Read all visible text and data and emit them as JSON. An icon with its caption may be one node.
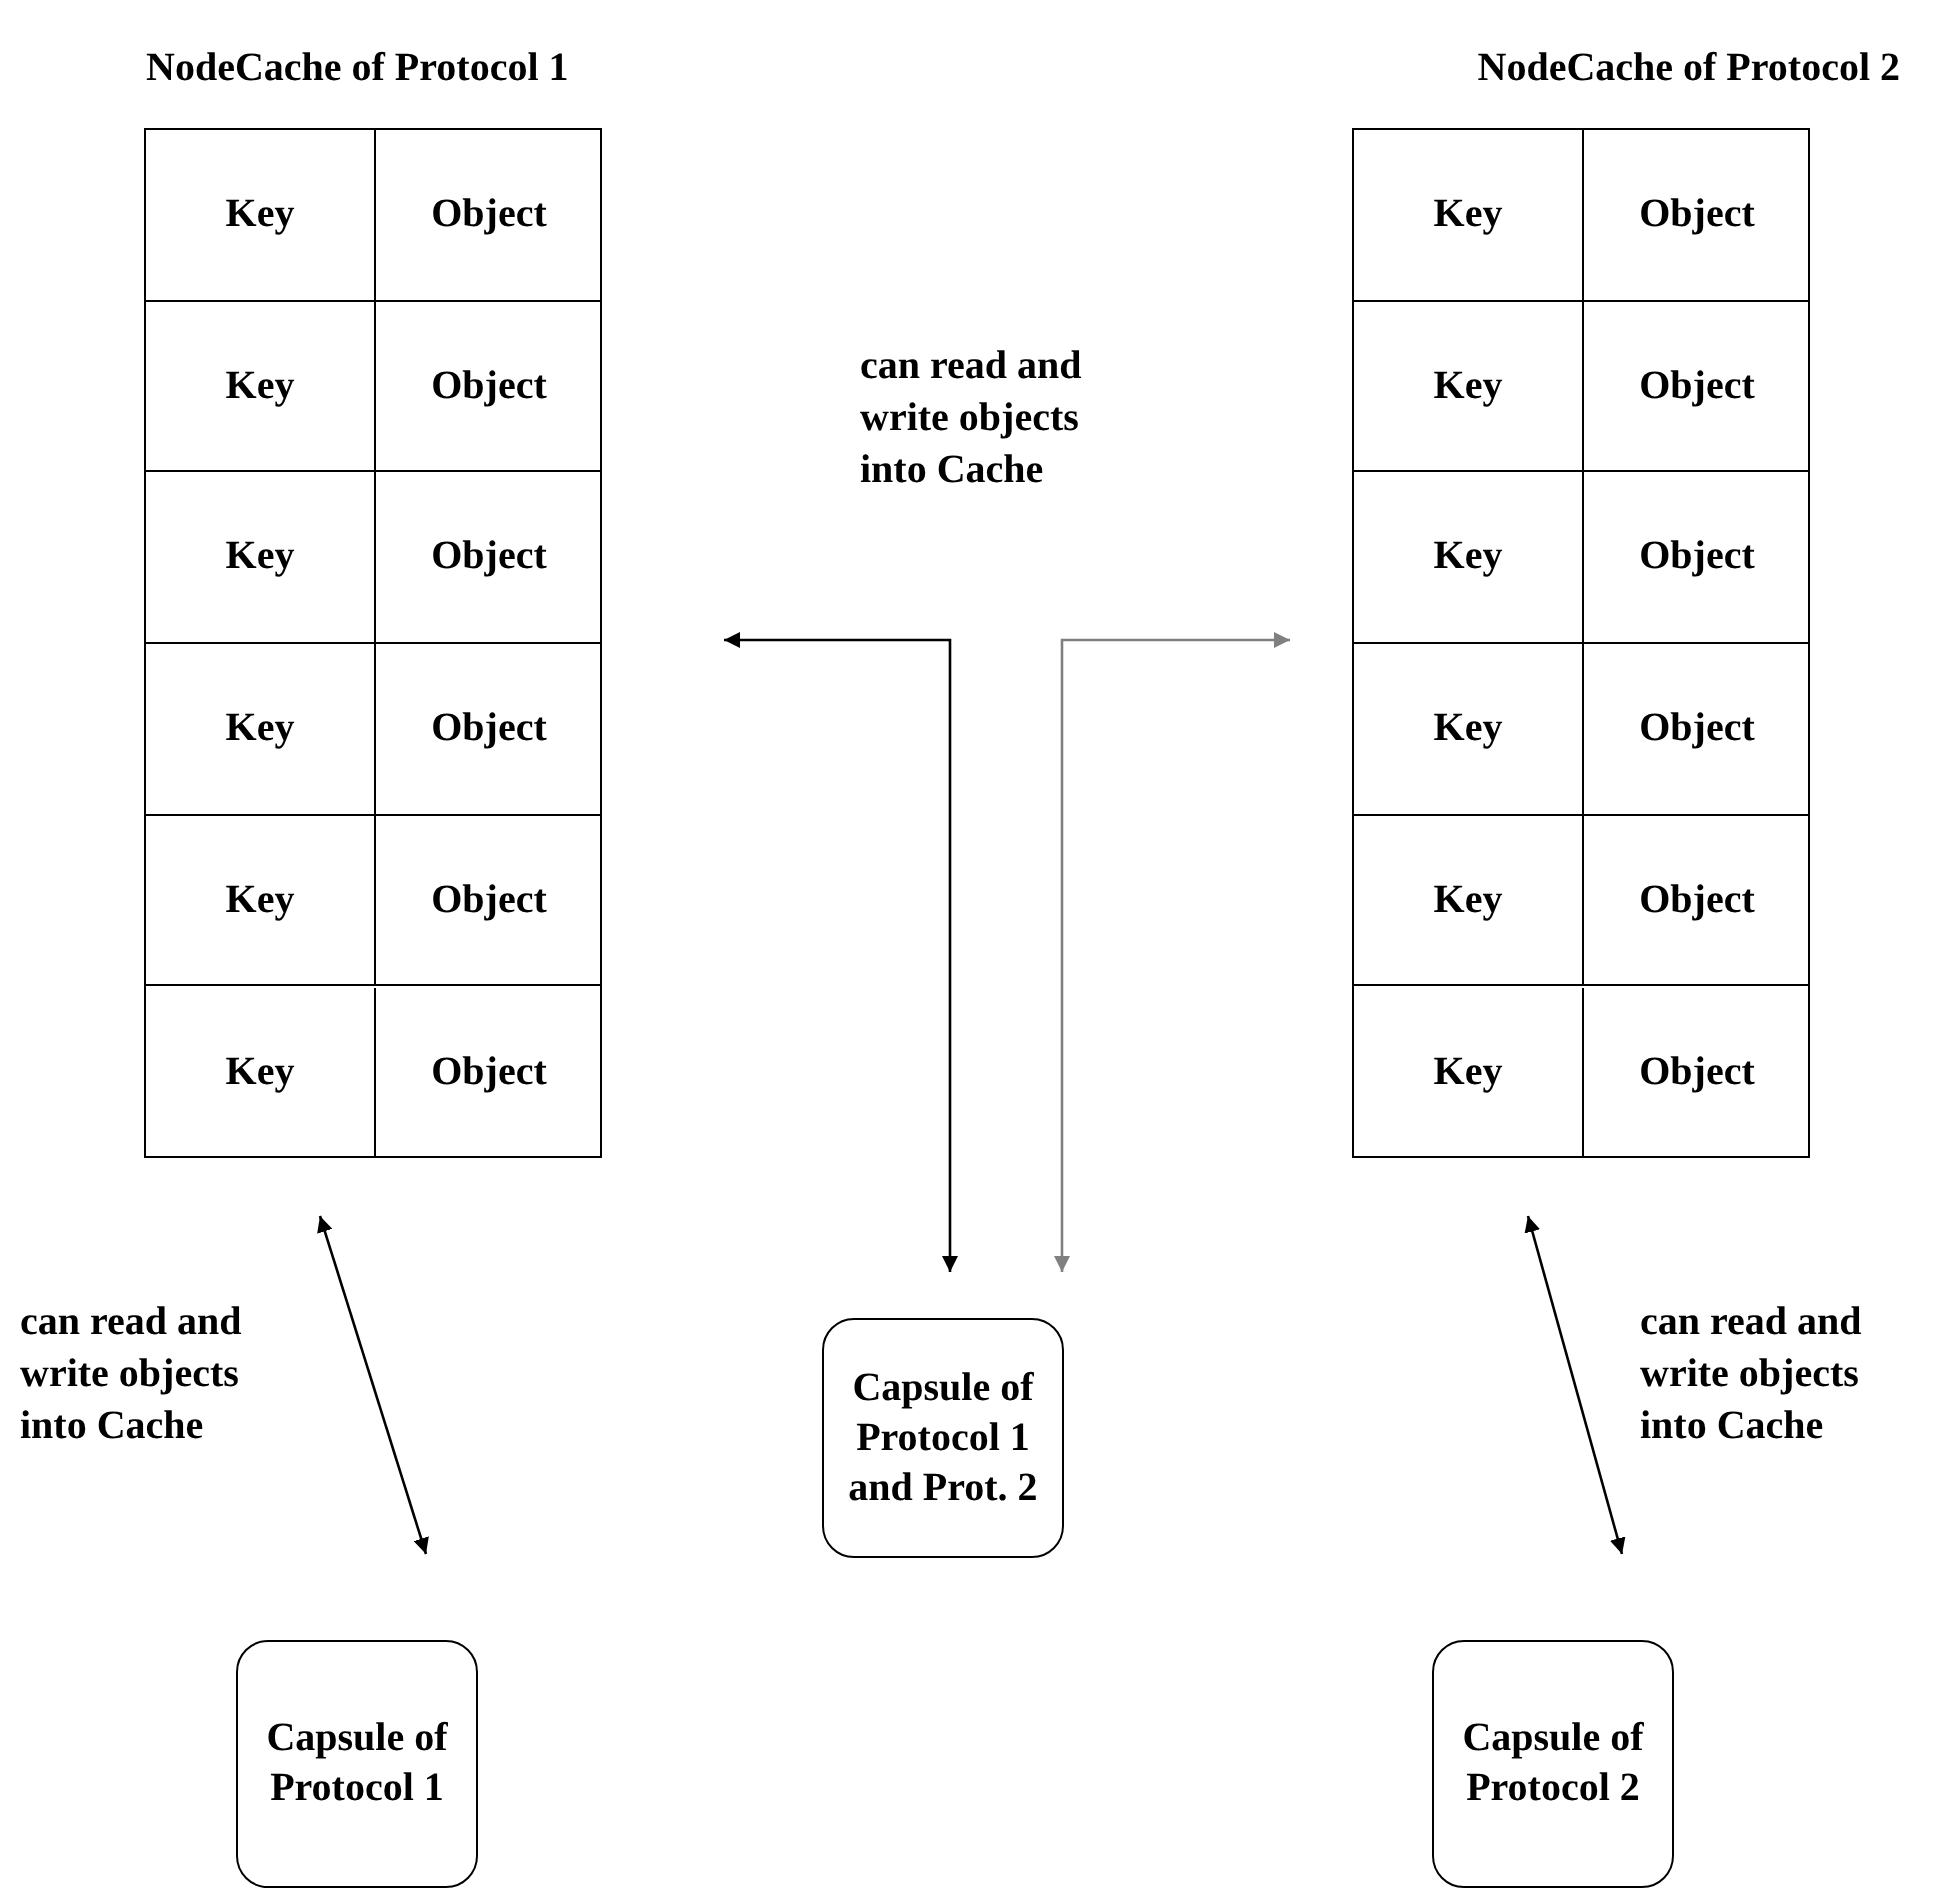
{
  "diagram": {
    "nodes": [
      {
        "text": [
          "NodeCache of Protocol 1"
        ]
      },
      {
        "text": [
          "Key"
        ],
        "in": 0
      },
      {
        "text": [
          "Object"
        ],
        "in": 0
      },
      {
        "text": [
          "Key"
        ],
        "in": 0
      },
      {
        "text": [
          "Object"
        ],
        "in": 0
      },
      {
        "text": [
          "Key"
        ],
        "in": 0
      },
      {
        "text": [
          "Object"
        ],
        "in": 0
      },
      {
        "text": [
          "Key"
        ],
        "in": 0
      },
      {
        "text": [
          "Object"
        ],
        "in": 0
      },
      {
        "text": [
          "Key"
        ],
        "in": 0
      },
      {
        "text": [
          "Object"
        ],
        "in": 0
      },
      {
        "text": [
          "Key"
        ],
        "in": 0
      },
      {
        "text": [
          "Object"
        ],
        "in": 0
      },
      {
        "text": [
          "NodeCache of Protocol 2"
        ]
      },
      {
        "text": [
          "Key"
        ],
        "in": 13
      },
      {
        "text": [
          "Object"
        ],
        "in": 13
      },
      {
        "text": [
          "Key"
        ],
        "in": 13
      },
      {
        "text": [
          "Object"
        ],
        "in": 13
      },
      {
        "text": [
          "Key"
        ],
        "in": 13
      },
      {
        "text": [
          "Object"
        ],
        "in": 13
      },
      {
        "text": [
          "Key"
        ],
        "in": 13
      },
      {
        "text": [
          "Object"
        ],
        "in": 13
      },
      {
        "text": [
          "Key"
        ],
        "in": 13
      },
      {
        "text": [
          "Object"
        ],
        "in": 13
      },
      {
        "text": [
          "Key"
        ],
        "in": 13
      },
      {
        "text": [
          "Object"
        ],
        "in": 13
      },
      {
        "text": [
          "Capsule of Protocol 1 and Prot. 2"
        ]
      },
      {
        "text": [
          "Capsule of Protocol 1"
        ]
      },
      {
        "text": [
          "Capsule of Protocol 2"
        ]
      }
    ],
    "edges": [
      {
        "from": 26,
        "to": 0,
        "arrow": "both"
      },
      {
        "from": 26,
        "to": 13,
        "arrow": "both",
        "color": "#808080"
      },
      {
        "from": 0,
        "to": 27,
        "arrow": "both",
        "label": "can read and write objects into Cache"
      },
      {
        "from": 13,
        "to": 28,
        "arrow": "both",
        "label": "can read and write objects into Cache"
      }
    ],
    "labels": [
      "can read and write objects into Cache"
    ]
  }
}
